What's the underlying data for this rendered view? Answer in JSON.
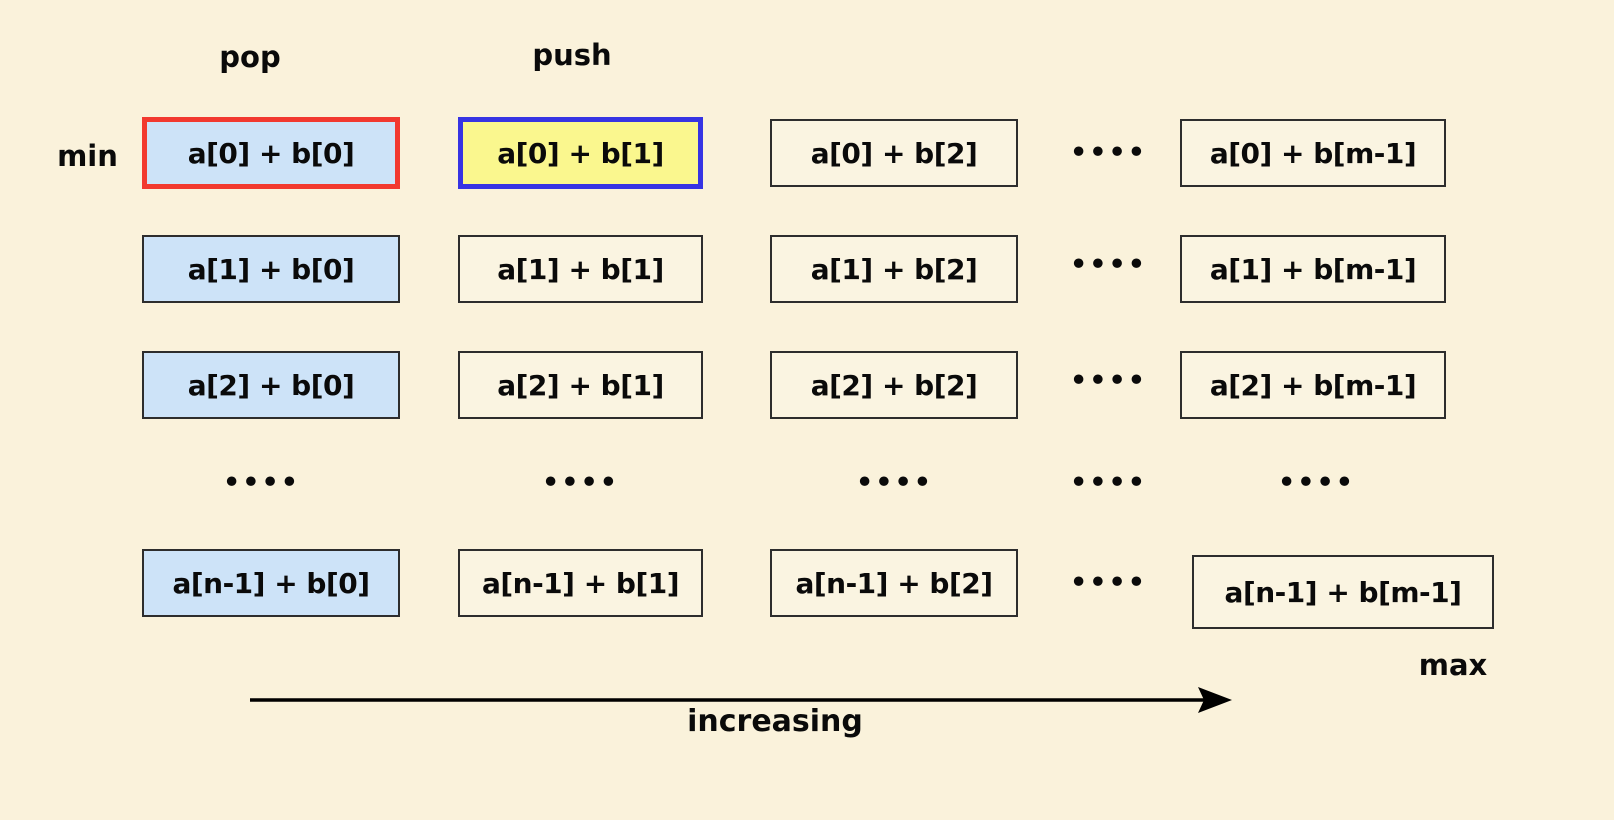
{
  "colors": {
    "background": "#FAF2DB",
    "cell_fill": "#FAF4E1",
    "cell_border": "#2D2D2D",
    "frontier_fill": "#CDE3F8",
    "popped_fill": "#CDE3F8",
    "popped_border": "#F2392F",
    "pushed_fill": "#FAF78E",
    "pushed_border": "#3634E3",
    "arrow": "#000000",
    "text": "#0A0A0A"
  },
  "labels": {
    "pop": "pop",
    "push": "push",
    "min": "min",
    "max": "max",
    "increasing": "increasing"
  },
  "ellipsis": "••••",
  "matrix": {
    "rows": [
      {
        "cells": [
          "a[0] + b[0]",
          "a[0] + b[1]",
          "a[0] + b[2]",
          "a[0] + b[m-1]"
        ]
      },
      {
        "cells": [
          "a[1] + b[0]",
          "a[1] + b[1]",
          "a[1] + b[2]",
          "a[1] + b[m-1]"
        ]
      },
      {
        "cells": [
          "a[2] + b[0]",
          "a[2] + b[1]",
          "a[2] + b[2]",
          "a[2] + b[m-1]"
        ]
      },
      {
        "ellipsis_row": true
      },
      {
        "cells": [
          "a[n-1] + b[0]",
          "a[n-1] + b[1]",
          "a[n-1] + b[2]",
          "a[n-1] + b[m-1]"
        ]
      }
    ]
  }
}
